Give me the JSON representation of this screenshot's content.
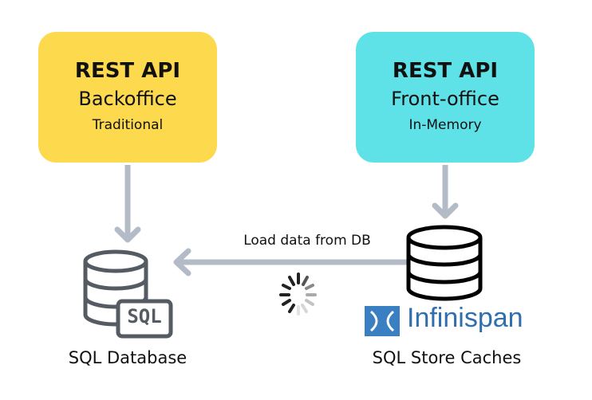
{
  "left_box": {
    "title": "REST API",
    "subtitle": "Backoffice",
    "note": "Traditional",
    "color": "#fdd94d"
  },
  "right_box": {
    "title": "REST API",
    "subtitle": "Front-office",
    "note": "In-Memory",
    "color": "#5fe1e8"
  },
  "arrow_label": "Load data from DB",
  "left_caption": "SQL Database",
  "right_caption": "SQL Store Caches",
  "sql_badge": "SQL",
  "logo_text": "Infinispan",
  "arrow_color": "#b3bcc6",
  "icons": [
    "database-icon",
    "sql-badge-icon",
    "loading-spinner-icon",
    "infinispan-logo-icon"
  ]
}
